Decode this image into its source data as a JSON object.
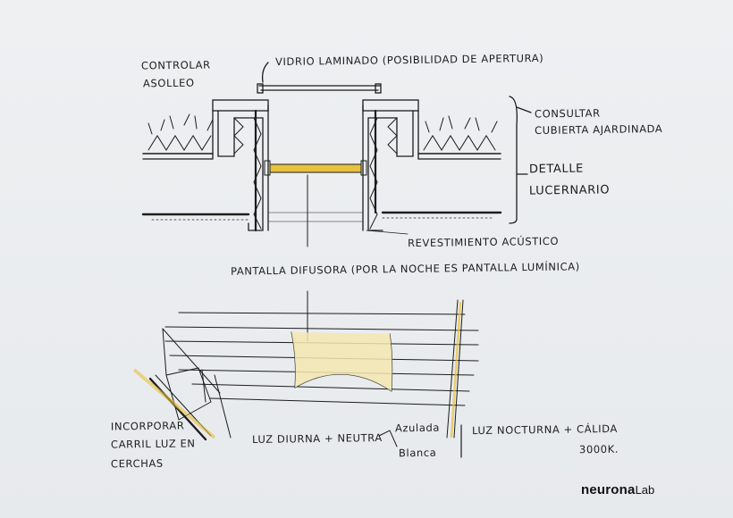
{
  "labels": {
    "controlar": "CONTROLAR",
    "asolleo": "ASOLLEO",
    "vidrio": "VIDRIO LAMINADO (POSIBILIDAD DE APERTURA)",
    "consultar": "CONSULTAR",
    "cubierta": "CUBIERTA AJARDINADA",
    "detalle": "DETALLE",
    "lucernario": "LUCERNARIO",
    "revestimiento": "REVESTIMIENTO ACÚSTICO",
    "pantalla": "PANTALLA DIFUSORA (POR LA NOCHE ES PANTALLA LUMÍNICA)",
    "incorporar": "INCORPORAR",
    "carril": "CARRIL LUZ EN",
    "cerchas": "CERCHAS",
    "luz_diurna": "LUZ DIURNA + NEUTRA",
    "azulada": "Azulada",
    "blanca": "Blanca",
    "luz_nocturna": "LUZ NOCTURNA + CÁLIDA",
    "temp": "3000K."
  },
  "brand": {
    "name": "neurona",
    "suffix": "Lab"
  },
  "colors": {
    "ink": "#1c1c1c",
    "accent": "#e8c13e",
    "pale_yellow": "#f3e7b0"
  }
}
